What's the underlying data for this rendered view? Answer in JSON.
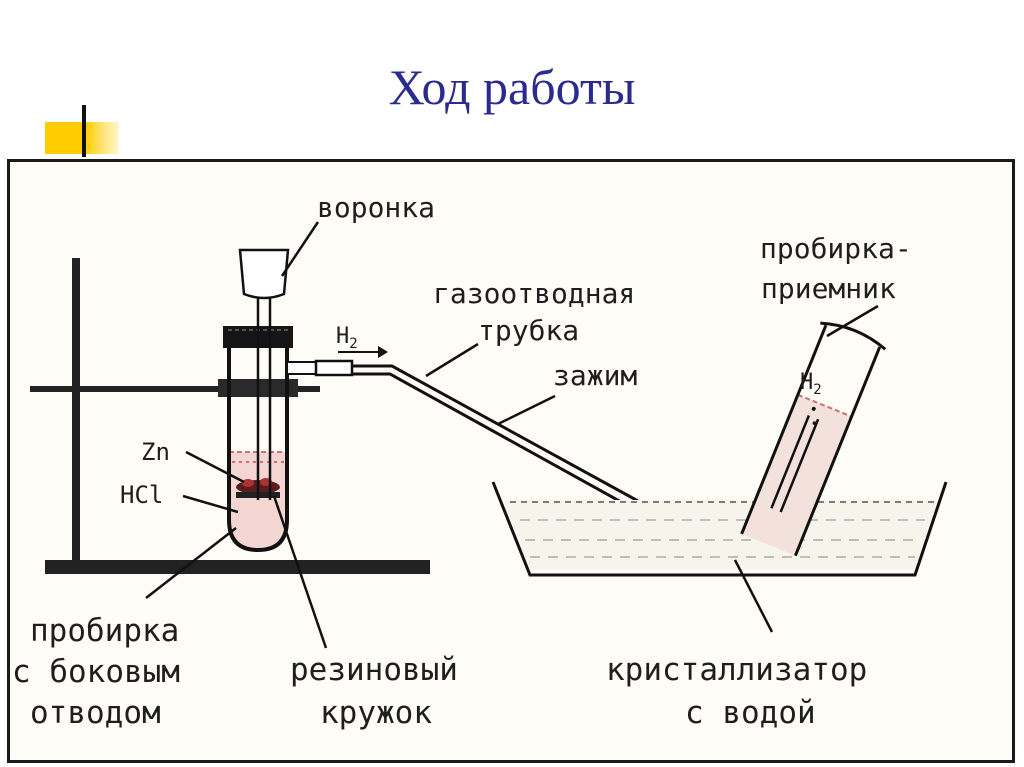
{
  "slide": {
    "title": "Ход работы"
  },
  "diagram": {
    "labels": {
      "funnel": "воронка",
      "gas_tube_1": "газоотводная",
      "gas_tube_2": "трубка",
      "clamp": "зажим",
      "receiver_1": "пробирка-",
      "receiver_2": "приемник",
      "zinc": "Zn",
      "acid": "HCl",
      "gas_in_tube": "H",
      "gas_in_receiver": "H",
      "subscript": "2",
      "side_tube_1": "пробирка",
      "side_tube_2": "с боковым",
      "side_tube_3": "отводом",
      "rubber_ring_1": "резиновый",
      "rubber_ring_2": "кружок",
      "crystallizer_1": "кристаллизатор",
      "crystallizer_2": "с водой"
    }
  },
  "colors": {
    "title": "#2b2a8f",
    "accent": "#ffcc00",
    "liquid": "#d98080"
  }
}
